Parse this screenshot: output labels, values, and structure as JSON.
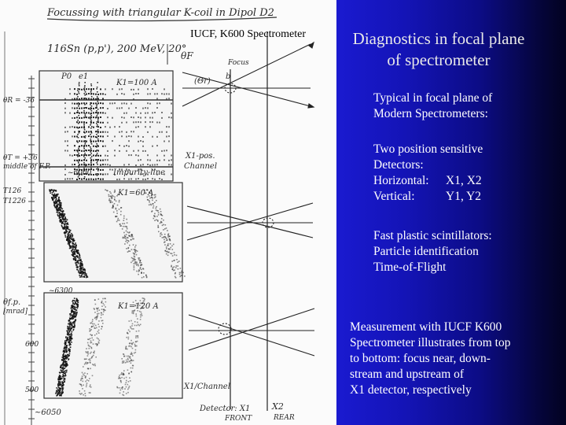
{
  "figure": {
    "caption": "IUCF, K600 Spectrometer",
    "handwritten": {
      "title": "Focussing with triangular K-coil in Dipol D2",
      "reaction": "116Sn (p,p'), 200 MeV, 20°",
      "theta_f": "θF",
      "focus": "Focus",
      "b": "b",
      "theta_r": "(Θr)",
      "p0": "P0",
      "e1": "e1",
      "k100": "K1=100 A",
      "theta_neg36": "θR = -36",
      "theta_pos36": "θT = +36",
      "middle_fp": "middle of F.P.",
      "ch6000": "~6000",
      "impurity": "Impurity-line",
      "x1_pos": "X1-pos.",
      "channel": "Channel",
      "t126": "T126",
      "t1226": "T1226",
      "k60": "K1=60 A",
      "theta_fp": "θf.p.",
      "mrad": "[mrad]",
      "ch6300": "~6300",
      "k120": "K1=120 A",
      "y600": "600",
      "y500": "500",
      "x1_channel": "X1/Channel",
      "ch6050": "~6050",
      "detector": "Detector: X1",
      "front": "FRONT",
      "x2": "X2",
      "rear": "REAR"
    }
  },
  "panel": {
    "title_lines": [
      "Diagnostics in focal plane",
      "of spectrometer"
    ],
    "block1": [
      "Typical in focal plane of",
      "Modern Spectrometers:"
    ],
    "block2_intro": [
      "Two position sensitive",
      "Detectors:"
    ],
    "block2_rows": [
      {
        "key": "Horizontal:",
        "value": "X1,  X2"
      },
      {
        "key": "Vertical:",
        "value": "Y1,  Y2"
      }
    ],
    "block3": [
      "Fast plastic scintillators:",
      "Particle identification",
      "Time-of-Flight"
    ],
    "block4": [
      "Measurement with IUCF K600",
      "Spectrometer illustrates from top",
      "to bottom: focus near, down-",
      "stream and upstream of",
      "X1 detector, respectively"
    ]
  }
}
